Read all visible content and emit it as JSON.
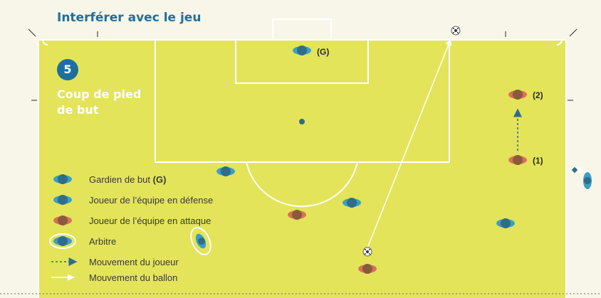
{
  "header": {
    "title": "Interférer avec le jeu"
  },
  "scenario": {
    "number": "5",
    "title": "Coup de pied de but"
  },
  "player_labels": {
    "goalkeeper": "(G)",
    "attacker_2": "(2)",
    "attacker_1": "(1)"
  },
  "legend": {
    "goalkeeper": {
      "text": "Gardien de but",
      "suffix": "(G)"
    },
    "defender": "Joueur de l’équipe en défense",
    "attacker": "Joueur de l’équipe en attaque",
    "referee": "Arbitre",
    "player_movement": "Mouvement du joueur",
    "ball_movement": "Mouvement du ballon"
  },
  "colors": {
    "pitch": "#e3e45a",
    "lines": "#ffffff",
    "title": "#1f6f9e",
    "defender": "#3a9fc4",
    "goalkeeper": "#3f7f9a",
    "attacker": "#cf6a43"
  }
}
